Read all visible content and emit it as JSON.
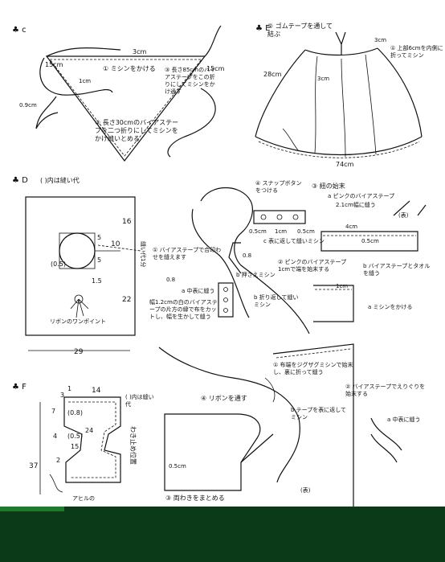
{
  "markers": {
    "club_c": "♣ c",
    "club_e": "♣ E",
    "club_d": "♣ D",
    "club_f": "♣ F"
  },
  "triangle": {
    "dim_3cm": "3cm",
    "dim_15cm_left": "15cm",
    "dim_15cm_right": "15cm",
    "dim_1cm": "1cm",
    "dim_09cm": "0.9cm",
    "step1": "① ミシンをかける",
    "step2": "② 長さ30cmのバイアステープを二つ折りにしてミシンをかけ縫いとめる",
    "step3": "③ 長さ85cmのバイアステープをこの折りにしてミシンをかけ通す"
  },
  "skirt": {
    "step2": "② ゴムテープを通して結ぶ",
    "step1": "① 上部6cmを内側に折ってミシン",
    "dim_3cm_top": "3cm",
    "dim_3cm_mid": "3cm",
    "dim_28cm": "28cm",
    "dim_74cm": "74cm"
  },
  "pattern": {
    "note": "( )内は縫い代",
    "dim_16": "16",
    "dim_22": "22",
    "dim_10": "10",
    "dim_5a": "5",
    "dim_5b": "5",
    "dim_05": "(0.5)",
    "dim_15": "1.5",
    "dim_29": "29",
    "side_label": "縫い代1分",
    "ribbon": "リボンのワンポイント"
  },
  "bag": {
    "step4": "④ スナップボタンをつける",
    "step3": "③ 紐の始末",
    "a_pink": "a ピンクのバイアステープ",
    "a_sub": "2.1cm幅に縫う",
    "back": "(表)",
    "c_label": "c 表に返して縫いミシン",
    "step1": "① バイアステープで合印わせを縫えます",
    "step2": "② ピンクのバイアステープ 1cmで端を始末する",
    "b_tape": "b バイアステープとタオルを縫う",
    "b_press": "b 押さえミシン",
    "b_fold": "b 折り返して縫いミシン",
    "a_middle": "a 中表に縫う",
    "a_machine": "a ミシンをかける",
    "white_tape": "幅1.2cmの白のバイアステープの片方の縁で布をカットし、幅を生かして縫う",
    "d_05a": "0.5cm",
    "d_1cm": "1cm",
    "d_05b": "0.5cm",
    "d_4cm": "4cm",
    "d_05c": "0.5cm",
    "d_08a": "0.8",
    "d_08b": "0.8",
    "d_1cm_b": "1cm"
  },
  "collar": {
    "step1": "① 布端をジグザグミシンで始末し、裏に折って縫う",
    "step2": "② バイアステープでえりぐりを始末する",
    "step4": "④ リボンを通す",
    "b_tape": "b テープを表に返してミシン",
    "a_middle": "a 中表に縫う",
    "step3": "③ 両わきをまとめる",
    "back": "(表)",
    "d_05": "0.5cm"
  },
  "bodice": {
    "dim_3": "3",
    "dim_1": "1",
    "dim_14": "14",
    "dim_7": "7",
    "dim_08": "(0.8)",
    "dim_05": "(0.5)",
    "dim_15": "15",
    "dim_24": "24",
    "dim_4": "4",
    "dim_2": "2",
    "dim_37": "37",
    "note": "( )内は縫い代",
    "side_pos": "わき止め位置",
    "heel": "アヒルの"
  }
}
